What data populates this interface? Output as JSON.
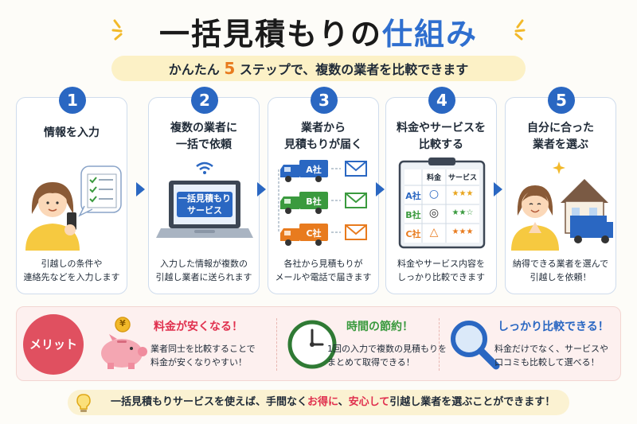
{
  "header": {
    "title_part1": "一括見積もりの",
    "title_part2": "仕組み",
    "subtitle_pre": "かんたん",
    "subtitle_num": "5",
    "subtitle_post": "ステップで、複数の業者を比較できます"
  },
  "steps": [
    {
      "number": "1",
      "title": "情報を入力",
      "desc": "引越しの条件や\n連絡先などを入力します"
    },
    {
      "number": "2",
      "title": "複数の業者に\n一括で依頼",
      "desc": "入力した情報が複数の\n引越し業者に送られます"
    },
    {
      "number": "3",
      "title": "業者から\n見積もりが届く",
      "desc": "各社から見積もりが\nメールや電話で届きます"
    },
    {
      "number": "4",
      "title": "料金やサービスを\n比較する",
      "desc": "料金やサービス内容を\nしっかり比較できます"
    },
    {
      "number": "5",
      "title": "自分に合った\n業者を選ぶ",
      "desc": "納得できる業者を選んで\n引越しを依頼！"
    }
  ],
  "laptop": {
    "line1": "一括見積もり",
    "line2": "サービス"
  },
  "companies": [
    "A社",
    "B社",
    "C社"
  ],
  "compare_table": {
    "headers": [
      "料金",
      "サービス"
    ],
    "rows": [
      {
        "company": "A社",
        "price": "○",
        "service": "★★★"
      },
      {
        "company": "B社",
        "price": "◎",
        "service": "★★☆"
      },
      {
        "company": "C社",
        "price": "△",
        "service": "★★★"
      }
    ]
  },
  "merit": {
    "badge": "メリット",
    "items": [
      {
        "icon": "piggy-bank-icon",
        "title": "料金が安くなる！",
        "desc": "業者同士を比較することで\n料金が安くなりやすい！",
        "color": "#e0304e"
      },
      {
        "icon": "clock-icon",
        "title": "時間の節約！",
        "desc": "1回の入力で複数の見積もりを\nまとめて取得できる！",
        "color": "#3a9a3e"
      },
      {
        "icon": "magnifier-icon",
        "title": "しっかり比較できる！",
        "desc": "料金だけでなく、サービスや\n口コミも比較して選べる！",
        "color": "#2a67c2"
      }
    ],
    "coin_symbol": "¥"
  },
  "footer": {
    "text1": "一括見積もりサービスを使えば、手間なく",
    "hl1": "お得に",
    "sep": "、",
    "hl2": "安心して",
    "text2": "引越し業者を選ぶことができます！"
  },
  "colors": {
    "accent_blue": "#2a67c2",
    "accent_red": "#e0304e",
    "accent_green": "#3a9a3e",
    "accent_orange": "#e87b1e"
  }
}
